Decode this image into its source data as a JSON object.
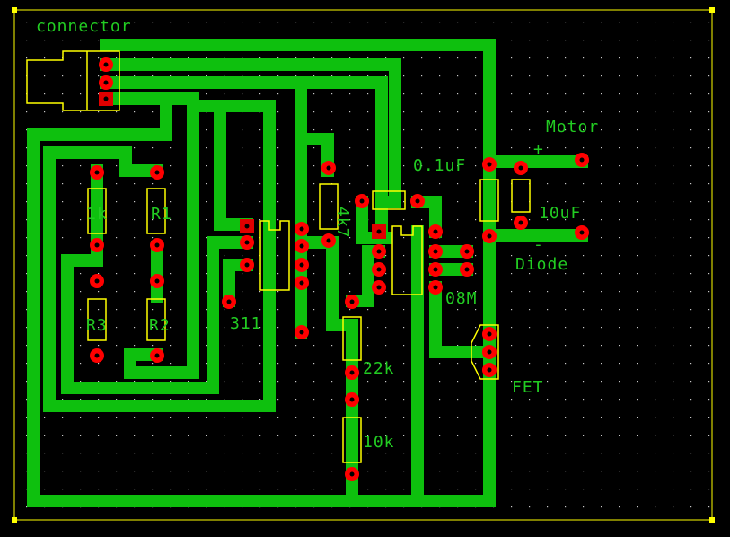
{
  "colors": {
    "background": "#000000",
    "copper": "#0ec00e",
    "pad": "#ff0000",
    "pad_square": "#e00000",
    "outline": "#ffff00",
    "board_edge": "#ffff00",
    "silk_text": "#22cc22",
    "grid": "#c8c8c8"
  },
  "labels": {
    "connector": "connector",
    "motor": "Motor",
    "plus": "+",
    "minus": "-",
    "c_01uf": "0.1uF",
    "c_10uf": "10uF",
    "diode": "Diode",
    "r_4k7": "4k7",
    "r_1k": "1k",
    "r1": "R1",
    "r2": "R2",
    "r3": "R3",
    "ic_311": "311",
    "ic_08m": "08M",
    "r_22k": "22k",
    "r_10k": "10k",
    "fet": "FET"
  }
}
